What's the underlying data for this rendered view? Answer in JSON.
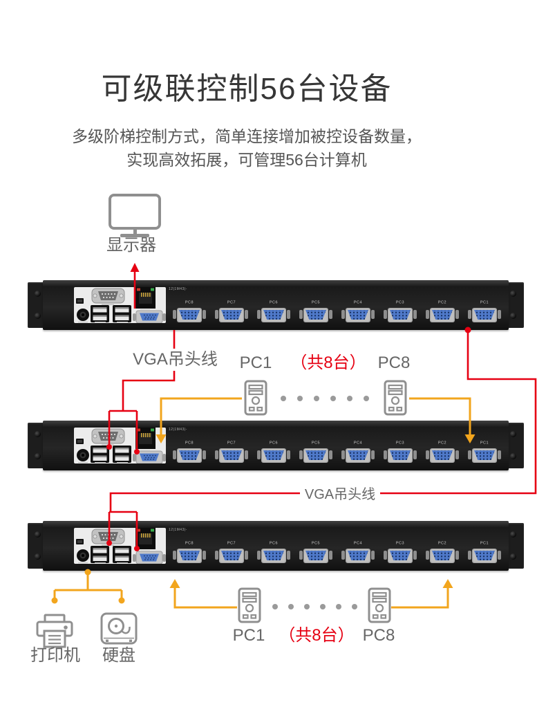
{
  "colors": {
    "red": "#e60012",
    "orange": "#f2a51d",
    "gray_icon": "#8f8f8f",
    "gray_text": "#666666",
    "title_text": "#363636",
    "subtitle_text": "#555555",
    "panel_bg": "#ececec",
    "vga_blue": "#4f79c9",
    "dot_gray": "#9a9a9a"
  },
  "header": {
    "title": "可级联控制56台设备",
    "subtitle_line1": "多级阶梯控制方式，简单连接增加被控设备数量，",
    "subtitle_line2": "实现高效拓展，可管理56台计算机"
  },
  "monitor": {
    "label": "显示器"
  },
  "cascade": {
    "cable_label_top": "VGA吊头线",
    "cable_label_bottom": "VGA吊头线"
  },
  "device": {
    "port_labels": [
      "PC8",
      "PC7",
      "PC6",
      "PC5",
      "PC4",
      "PC3",
      "PC2",
      "PC1"
    ],
    "panel_code": "12|1M43|-"
  },
  "mid_group": {
    "pc_first": "PC1",
    "count_note": "（共8台）",
    "pc_last": "PC8"
  },
  "bottom_group": {
    "pc_first": "PC1",
    "count_note": "（共8台）",
    "pc_last": "PC8",
    "printer_label": "打印机",
    "disk_label": "硬盘"
  }
}
